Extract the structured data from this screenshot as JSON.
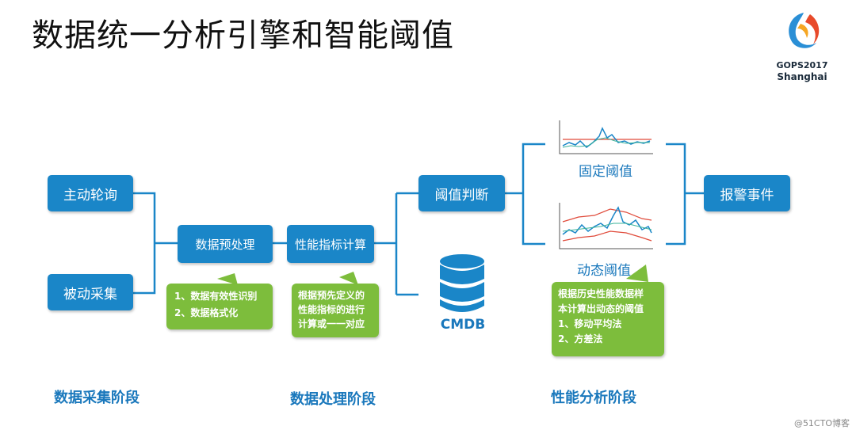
{
  "title": "数据统一分析引擎和智能阈值",
  "logo": {
    "line1": "GOPS2017",
    "line2": "Shanghai"
  },
  "boxes": {
    "active_poll": "主动轮询",
    "passive_collect": "被动采集",
    "preprocess": "数据预处理",
    "metric_calc": "性能指标计算",
    "threshold_judge": "阈值判断",
    "alarm_event": "报警事件"
  },
  "db_label": "CMDB",
  "notes": {
    "preprocess": [
      "1、数据有效性识别",
      "2、数据格式化"
    ],
    "metric": [
      "根据预先定义的",
      "性能指标的进行",
      "计算或一一对应"
    ],
    "dynamic": [
      "根据历史性能数据样",
      "本计算出动态的阈值",
      "1、移动平均法",
      "2、方差法"
    ]
  },
  "captions": {
    "fixed": "固定阈值",
    "dynamic": "动态阈值"
  },
  "stages": {
    "collect": "数据采集阶段",
    "process": "数据处理阶段",
    "analysis": "性能分析阶段"
  },
  "watermark": "@51CTO博客",
  "colors": {
    "box": "#1a86c8",
    "note": "#7dbd3c",
    "line": "#1a86c8",
    "stage_text": "#1a78bc"
  }
}
